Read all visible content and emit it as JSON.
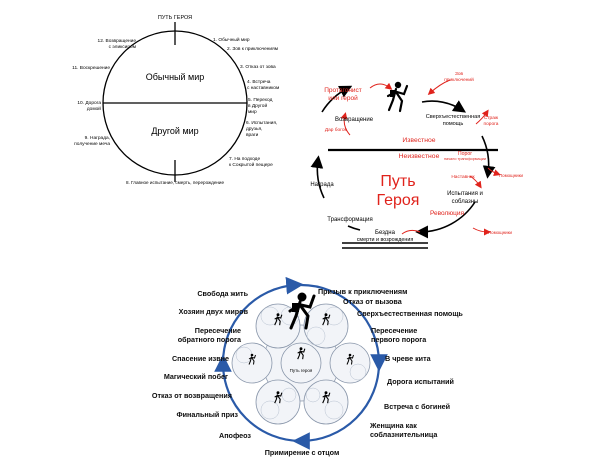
{
  "colors": {
    "accent_red": "#e0231c",
    "line_black": "#000000",
    "arrow_blue": "#2a5aa8"
  },
  "diagram1": {
    "title": "ПУТЬ ГЕРОЯ",
    "top_world": "Обычный мир",
    "bottom_world": "Другой мир",
    "right_labels": [
      "1. Обычный мир",
      "2. Зов к приключениям",
      "3. Отказ от зова",
      "4. Встреча",
      "с наставником",
      "5. Переход",
      "в Другой",
      "мир",
      "6. Испытания,",
      "друзья,",
      "враги",
      "7. На подходе",
      "к Сокрытой пещере"
    ],
    "bottom_label": "8. Главное испытание, смерть, перерождение",
    "left_labels": [
      "12. Возвращение",
      "с эликсиром",
      "11. Воскрешение",
      "10. Дорога",
      "домой",
      "9. Награда,",
      "получение меча"
    ]
  },
  "diagram2": {
    "protagonist": [
      "Протагонист",
      "или герой"
    ],
    "call": [
      "Зов",
      "приключений"
    ],
    "supernatural_help": [
      "Сверхъестественная",
      "помощь"
    ],
    "guardian": [
      "Страж",
      "порога"
    ],
    "return": "Возвращение",
    "gift": "Дар богов",
    "known": "Известное",
    "unknown": "Неизвестное",
    "threshold": [
      "Порог",
      "начало трансформации"
    ],
    "helpers_top": "Помощники",
    "mentoring": "Наставник",
    "reward": "Награда",
    "big_title": [
      "Путь",
      "Героя"
    ],
    "trials": [
      "Испытания и",
      "соблазны"
    ],
    "revolution": "Революция",
    "helpers_bottom": "Помощники",
    "transformation": "Трансформация",
    "abyss": [
      "Бездна",
      "смерти и возрождения"
    ]
  },
  "diagram3": {
    "left_labels": [
      "Свобода жить",
      "Хозяин двух миров",
      "Пересечение",
      "обратного порога",
      "Спасение извне",
      "Магический побег",
      "Отказ от возвращения",
      "Финальный приз",
      "Апофеоз"
    ],
    "right_labels": [
      "Призыв к приключениям",
      "Отказ от вызова",
      "Сверхъестественная помощь",
      "Пересечение",
      "первого порога",
      "В чреве кита",
      "Дорога испытаний",
      "Встреча с богиней",
      "Женщина как",
      "соблазнительница"
    ],
    "bottom_label": "Примирение с отцом",
    "center_label": "Путь героя"
  }
}
